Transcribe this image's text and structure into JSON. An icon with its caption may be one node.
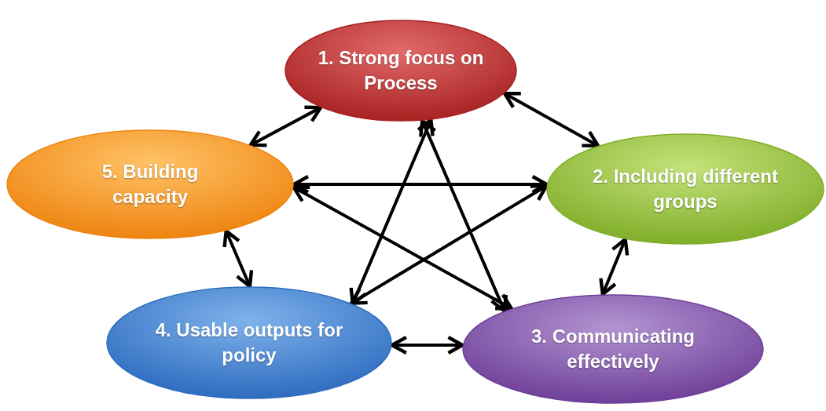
{
  "diagram": {
    "nodes": [
      {
        "text": [
          "1. Strong focus on Process"
        ]
      },
      {
        "text": [
          "2. Including different groups"
        ]
      },
      {
        "text": [
          "3. Communicating effectively"
        ]
      },
      {
        "text": [
          "4. Usable outputs for policy"
        ]
      },
      {
        "text": [
          "5. Building capacity"
        ]
      }
    ],
    "edges": [
      {
        "from": 0,
        "to": 1,
        "arrow": "both"
      },
      {
        "from": 1,
        "to": 2,
        "arrow": "both"
      },
      {
        "from": 2,
        "to": 3,
        "arrow": "both"
      },
      {
        "from": 3,
        "to": 4,
        "arrow": "both"
      },
      {
        "from": 4,
        "to": 0,
        "arrow": "both"
      },
      {
        "from": 4,
        "to": 1,
        "arrow": "both"
      },
      {
        "from": 0,
        "to": 3,
        "arrow": "both"
      },
      {
        "from": 0,
        "to": 2,
        "arrow": "both"
      },
      {
        "from": 4,
        "to": 2,
        "arrow": "both"
      },
      {
        "from": 1,
        "to": 3,
        "arrow": "both"
      }
    ]
  }
}
